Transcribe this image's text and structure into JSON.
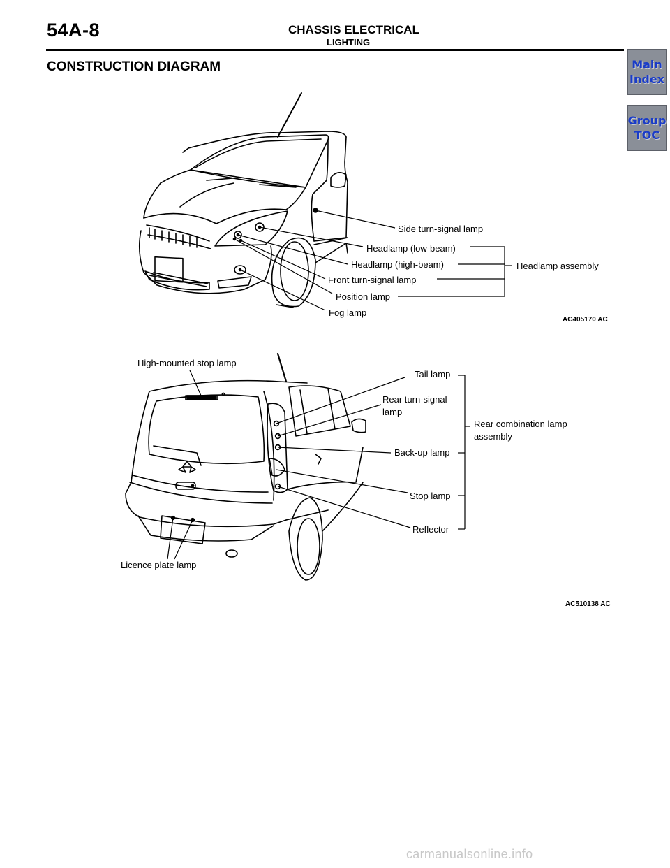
{
  "header": {
    "code": "54A-8",
    "section": "CHASSIS ELECTRICAL",
    "subsection": "LIGHTING"
  },
  "nav": {
    "main_index": [
      "Main",
      "Index"
    ],
    "group_toc": [
      "Group",
      "TOC"
    ]
  },
  "section_title": "CONSTRUCTION DIAGRAM",
  "front_figure": {
    "labels": {
      "side_turn": "Side turn-signal lamp",
      "low_beam": "Headlamp (low-beam)",
      "high_beam": "Headlamp (high-beam)",
      "front_turn": "Front turn-signal lamp",
      "position": "Position lamp",
      "fog": "Fog lamp",
      "assembly": "Headlamp assembly"
    },
    "ref": "AC405170 AC"
  },
  "rear_figure": {
    "labels": {
      "high_stop": "High-mounted stop lamp",
      "tail": "Tail lamp",
      "rear_turn_1": "Rear turn-signal",
      "rear_turn_2": "lamp",
      "backup": "Back-up lamp",
      "stop": "Stop lamp",
      "reflector": "Reflector",
      "licence": "Licence plate lamp",
      "assembly_1": "Rear combination lamp",
      "assembly_2": "assembly"
    },
    "ref": "AC510138 AC"
  },
  "watermark": "carmanualsonline.info"
}
